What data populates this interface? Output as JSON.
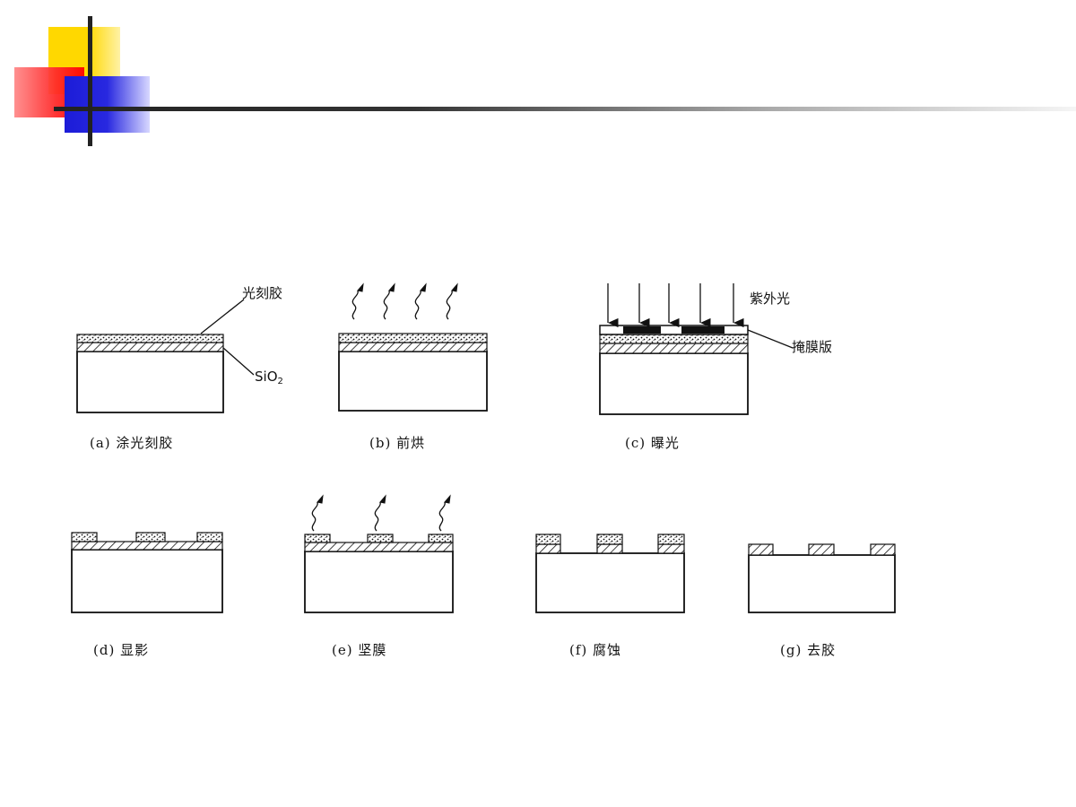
{
  "labels": {
    "photoresist": "光刻胶",
    "sio2_main": "SiO",
    "sio2_sub": "2",
    "uv_light": "紫外光",
    "mask": "掩膜版"
  },
  "captions": {
    "a": "(a) 涂光刻胶",
    "b": "(b) 前烘",
    "c": "(c) 曝光",
    "d": "(d) 显影",
    "e": "(e) 坚膜",
    "f": "(f) 腐蚀",
    "g": "(g) 去胶"
  }
}
